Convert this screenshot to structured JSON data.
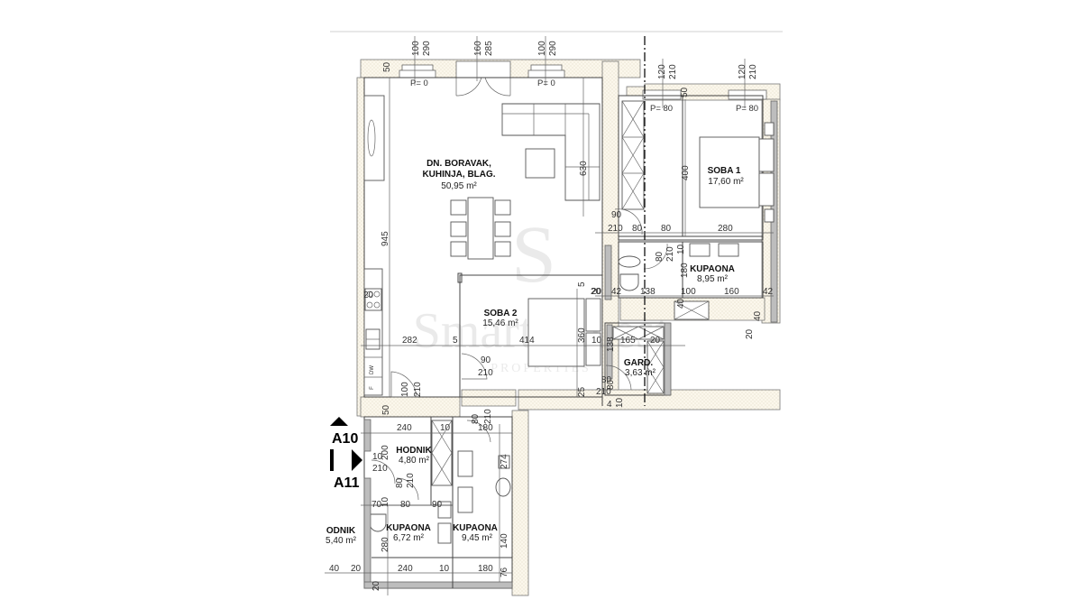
{
  "plan": {
    "rooms": [
      {
        "id": "living",
        "name_line1": "DN. BORAVAK,",
        "name_line2": "KUHINJA, BLAG.",
        "area": "50,95 m²"
      },
      {
        "id": "soba1",
        "name": "SOBA 1",
        "area": "17,60 m²"
      },
      {
        "id": "kupaona1",
        "name": "KUPAONA",
        "area": "8,95 m²"
      },
      {
        "id": "soba2",
        "name": "SOBA 2",
        "area": "15,46 m²"
      },
      {
        "id": "gard",
        "name": "GARD.",
        "area": "3,63 m²"
      },
      {
        "id": "hodnik",
        "name": "HODNIK",
        "area": "4,80 m²"
      },
      {
        "id": "kupaona2",
        "name": "KUPAONA",
        "area": "6,72 m²"
      },
      {
        "id": "kupaona3",
        "name": "KUPAONA",
        "area": "9,45 m²"
      },
      {
        "id": "hodnik2",
        "name": "ODNIK",
        "area": "5,40 m²"
      }
    ],
    "windows_top": [
      {
        "w": "100",
        "h": "290",
        "p": "P= 0"
      },
      {
        "w": "160",
        "h": "285"
      },
      {
        "w": "100",
        "h": "290",
        "p": "P= 0"
      },
      {
        "w": "120",
        "h": "210",
        "p": "P= 80"
      },
      {
        "w": "120",
        "h": "210",
        "p": "P= 80"
      }
    ],
    "dims": {
      "d50_top": "50",
      "d50_right": "50",
      "d630": "630",
      "d945": "945",
      "d400": "400",
      "d90a": "90",
      "d210a": "210",
      "d80a": "80",
      "d80b": "80",
      "d280a": "280",
      "d80c": "80",
      "d210b": "210",
      "d10a": "10",
      "d180a": "180",
      "d20a": "20",
      "d42a": "42",
      "d138a": "138",
      "d100a": "100",
      "d160a": "160",
      "d42b": "42",
      "d40a": "40",
      "d40b": "40",
      "d5a": "5",
      "d20b": "20",
      "d5b": "5",
      "d282": "282",
      "d414": "414",
      "d360": "360",
      "d10b": "10",
      "d138b": "138",
      "d165": "165",
      "d20c": "20",
      "d90b": "90",
      "d210c": "210",
      "d80d": "80",
      "d80e": "80",
      "d210d": "210",
      "d25": "25",
      "d4": "4",
      "d10c": "10",
      "d20d": "20",
      "d20e": "20",
      "d100b": "100",
      "d210e": "210",
      "d50b": "50",
      "d240a": "240",
      "d10d": "10",
      "d80f": "80",
      "d210f": "210",
      "d180b": "180",
      "d200": "200",
      "d10e": "10",
      "d210g": "210",
      "d80g": "80",
      "d210h": "210",
      "d274": "274",
      "d10f": "10",
      "d70": "70",
      "d80h": "80",
      "d90c": "90",
      "d280b": "280",
      "d140": "140",
      "d40c": "40",
      "d20f": "20",
      "d240b": "240",
      "d10g": "10",
      "d180c": "180",
      "d76": "76",
      "d20g": "20"
    },
    "appliance_labels": {
      "dw": "DW",
      "fridge": "F"
    },
    "section_marks": {
      "upper": "A10",
      "lower": "A11"
    },
    "watermark": {
      "logo": "S",
      "brand": "Smart Invest",
      "sub": "PROPERTIES"
    }
  }
}
